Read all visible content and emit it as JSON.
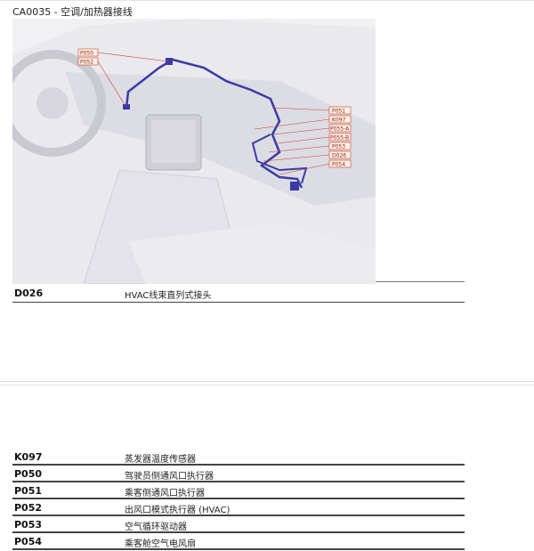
{
  "page": {
    "title": "CA0035 - 空调/加热器接线"
  },
  "diagram": {
    "labels_left": [
      "P050",
      "P052"
    ],
    "labels_right": [
      "P051",
      "K097",
      "P055-A",
      "P055-B",
      "P053",
      "D026",
      "P054"
    ],
    "colors": {
      "harness": "#3a3aa8",
      "callout_line": "#d63a2a",
      "callout_fill": "#fff3e6",
      "background": "#f1f1f4"
    }
  },
  "primary_row": {
    "code": "D026",
    "description": "HVAC线束直列式接头"
  },
  "components": [
    {
      "code": "K097",
      "description": "蒸发器温度传感器"
    },
    {
      "code": "P050",
      "description": "驾驶员侧通风口执行器"
    },
    {
      "code": "P051",
      "description": "乘客侧通风口执行器"
    },
    {
      "code": "P052",
      "description": "出风口模式执行器 (HVAC)"
    },
    {
      "code": "P053",
      "description": "空气循环驱动器"
    },
    {
      "code": "P054",
      "description": "乘客舱空气电风扇"
    }
  ]
}
